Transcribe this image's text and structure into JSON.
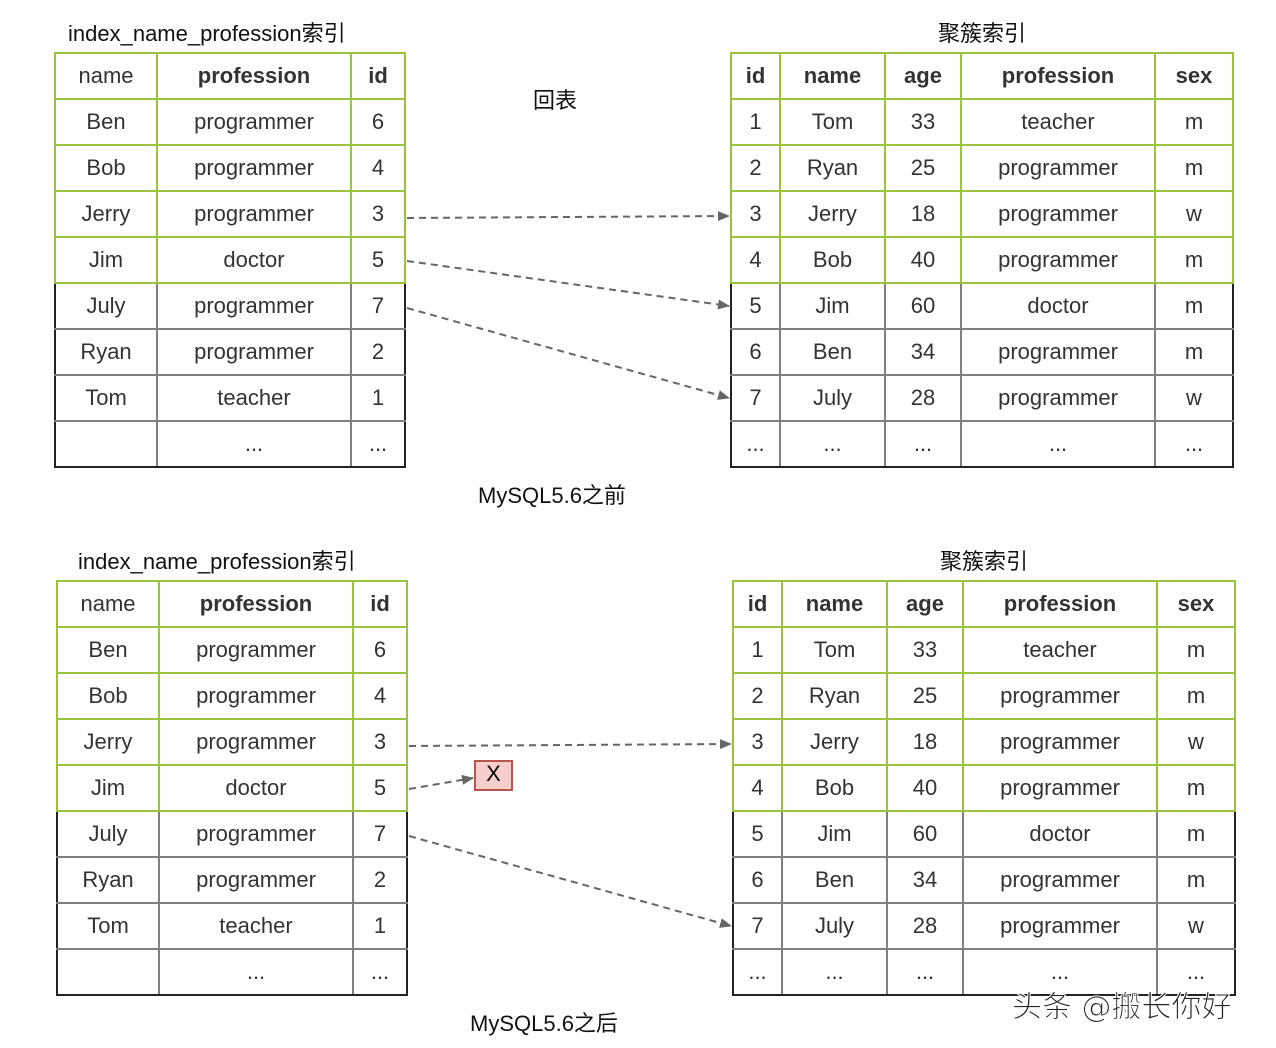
{
  "top": {
    "index_title": "index_name_profession索引",
    "cluster_title": "聚簇索引",
    "lookup_label": "回表",
    "caption": "MySQL5.6之前"
  },
  "bottom": {
    "index_title": "index_name_profession索引",
    "cluster_title": "聚簇索引",
    "blocked_label": "X",
    "caption": "MySQL5.6之后"
  },
  "index_table": {
    "headers": [
      "name",
      "profession",
      "id"
    ],
    "rows": [
      [
        "Ben",
        "programmer",
        "6"
      ],
      [
        "Bob",
        "programmer",
        "4"
      ],
      [
        "Jerry",
        "programmer",
        "3"
      ],
      [
        "Jim",
        "doctor",
        "5"
      ],
      [
        "July",
        "programmer",
        "7"
      ],
      [
        "Ryan",
        "programmer",
        "2"
      ],
      [
        "Tom",
        "teacher",
        "1"
      ],
      [
        "",
        "...",
        "..."
      ]
    ]
  },
  "cluster_table": {
    "headers": [
      "id",
      "name",
      "age",
      "profession",
      "sex"
    ],
    "rows": [
      [
        "1",
        "Tom",
        "33",
        "teacher",
        "m"
      ],
      [
        "2",
        "Ryan",
        "25",
        "programmer",
        "m"
      ],
      [
        "3",
        "Jerry",
        "18",
        "programmer",
        "w"
      ],
      [
        "4",
        "Bob",
        "40",
        "programmer",
        "m"
      ],
      [
        "5",
        "Jim",
        "60",
        "doctor",
        "m"
      ],
      [
        "6",
        "Ben",
        "34",
        "programmer",
        "m"
      ],
      [
        "7",
        "July",
        "28",
        "programmer",
        "w"
      ],
      [
        "...",
        "...",
        "...",
        "...",
        "..."
      ]
    ]
  },
  "watermark": "头条 @搬长你好",
  "colors": {
    "highlight_border": "#9bc23c",
    "blocked_fill": "#f8cecc",
    "blocked_border": "#b85450",
    "arrow": "#666666"
  }
}
